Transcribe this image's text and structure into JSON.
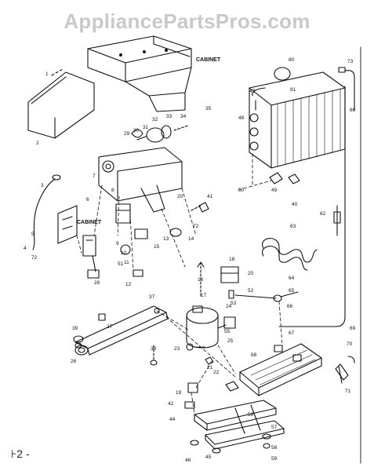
{
  "watermark": "AppliancePartsPros.com",
  "footer": "⊦2 -",
  "callouts": {
    "cabinet_top": "CABINET",
    "cabinet_left": "CABINET"
  },
  "parts": {
    "p80": "80",
    "p73": "73",
    "p47": "47",
    "p81": "81",
    "p56": "56",
    "p48": "48",
    "p1": "1",
    "p2": "2",
    "p3": "3",
    "p4": "4",
    "p5": "5",
    "p6": "6",
    "p7": "7",
    "p8": "8",
    "p9": "9",
    "p10": "10",
    "p11": "11",
    "p12": "12",
    "p13": "13",
    "p14": "14",
    "p15": "15",
    "p16": "16",
    "p17": "17",
    "p18": "18",
    "p19": "19",
    "p20": "20",
    "p21": "21",
    "p22": "22",
    "p23": "23",
    "p24": "24",
    "p25": "25",
    "p26": "26",
    "p27": "27",
    "p28": "28",
    "p29": "29",
    "p30": "30",
    "p31": "31",
    "p32": "32",
    "p33": "33",
    "p34": "34",
    "p35": "35",
    "p37": "37",
    "p38": "38",
    "p39": "39",
    "p40": "40",
    "p41": "41",
    "p42": "42",
    "p44": "44",
    "p45": "45",
    "p46": "46",
    "p49": "49",
    "p50": "50",
    "p51": "51",
    "p52": "52",
    "p53": "53",
    "p55": "55",
    "p57": "57",
    "p58": "58",
    "p59": "59",
    "p62": "62",
    "p63": "63",
    "p64": "64",
    "p65": "65",
    "p66": "66",
    "p67": "67",
    "p68": "68",
    "p69": "69",
    "p70": "70",
    "p71": "71",
    "p72": "72",
    "p86": "86"
  }
}
